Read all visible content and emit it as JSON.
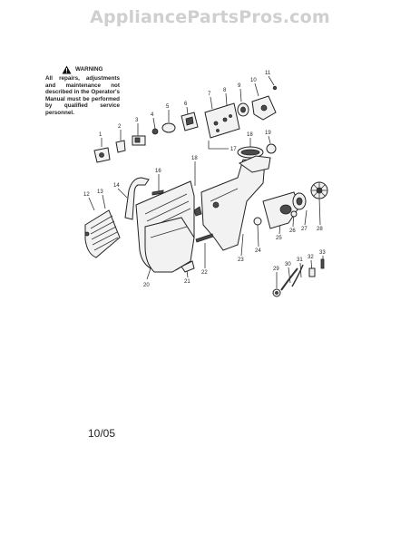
{
  "watermark": "AppliancePartsPros.com",
  "warning": {
    "title": "WARNING",
    "text": "All repairs, adjustments and maintenance not described in the Operator's Manual must be performed by qualified service personnel."
  },
  "date_code": "10/05",
  "callouts": [
    {
      "id": "1",
      "label": "1"
    },
    {
      "id": "2",
      "label": "2"
    },
    {
      "id": "3",
      "label": "3"
    },
    {
      "id": "4",
      "label": "4"
    },
    {
      "id": "5",
      "label": "5"
    },
    {
      "id": "6",
      "label": "6"
    },
    {
      "id": "7",
      "label": "7"
    },
    {
      "id": "8",
      "label": "8"
    },
    {
      "id": "9",
      "label": "9"
    },
    {
      "id": "10",
      "label": "10"
    },
    {
      "id": "11",
      "label": "11"
    },
    {
      "id": "12",
      "label": "12"
    },
    {
      "id": "13",
      "label": "13"
    },
    {
      "id": "14",
      "label": "14"
    },
    {
      "id": "16",
      "label": "16"
    },
    {
      "id": "17",
      "label": "17"
    },
    {
      "id": "18a",
      "label": "18"
    },
    {
      "id": "18b",
      "label": "18"
    },
    {
      "id": "19",
      "label": "19"
    },
    {
      "id": "20",
      "label": "20"
    },
    {
      "id": "21",
      "label": "21"
    },
    {
      "id": "22",
      "label": "22"
    },
    {
      "id": "23",
      "label": "23"
    },
    {
      "id": "24",
      "label": "24"
    },
    {
      "id": "25",
      "label": "25"
    },
    {
      "id": "26",
      "label": "26"
    },
    {
      "id": "27",
      "label": "27"
    },
    {
      "id": "28",
      "label": "28"
    },
    {
      "id": "29",
      "label": "29"
    },
    {
      "id": "30",
      "label": "30"
    },
    {
      "id": "31",
      "label": "31"
    },
    {
      "id": "32",
      "label": "32"
    },
    {
      "id": "33",
      "label": "33"
    }
  ]
}
